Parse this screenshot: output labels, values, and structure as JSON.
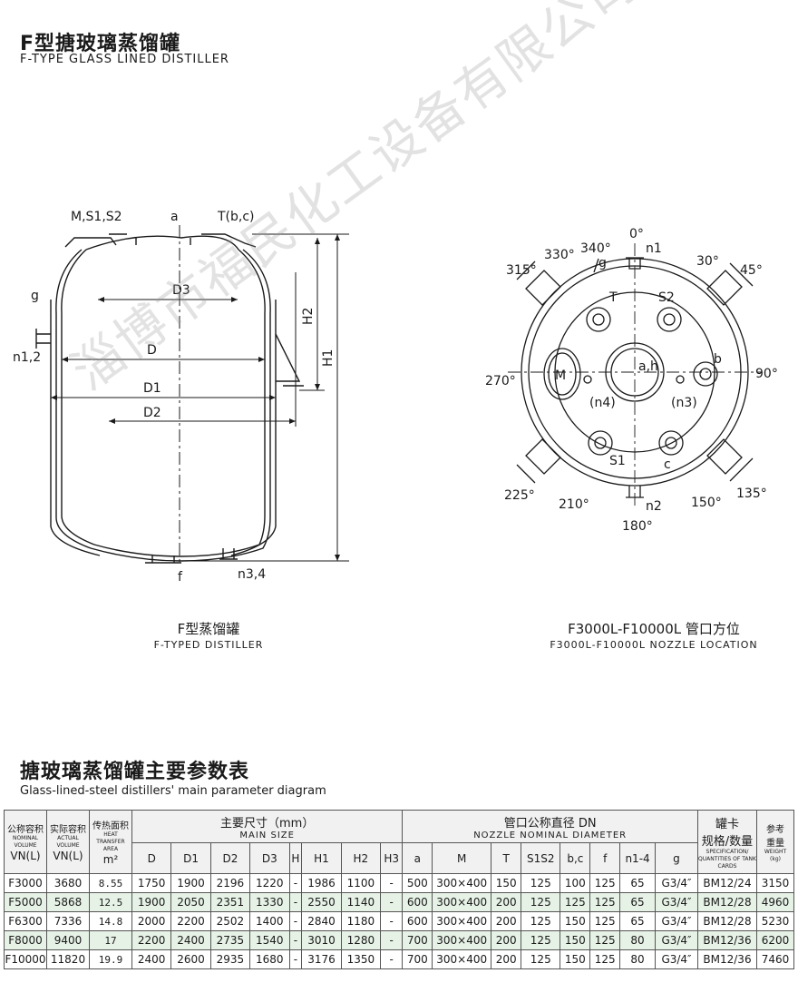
{
  "header": {
    "title_cn": "F型搪玻璃蒸馏罐",
    "title_en": "F-TYPE GLASS LINED DISTILLER"
  },
  "watermark": "淄博市福民化工设备有限公司",
  "left_drawing": {
    "labels": {
      "ms1s2": "M,S1,S2",
      "a": "a",
      "tbc": "T(b,c)",
      "g": "g",
      "n12": "n1,2",
      "D3": "D3",
      "D": "D",
      "D1": "D1",
      "D2": "D2",
      "H2": "H2",
      "H1": "H1",
      "f": "f",
      "n34": "n3,4"
    },
    "caption_cn": "F型蒸馏罐",
    "caption_en": "F-TYPED DISTILLER"
  },
  "right_drawing": {
    "labels": {
      "deg0": "0°",
      "n1": "n1",
      "deg330": "330°",
      "deg340": "340°",
      "g": "g",
      "deg315": "315°",
      "deg30": "30°",
      "deg45": "45°",
      "T": "T",
      "S2": "S2",
      "deg270": "270°",
      "M": "M",
      "ah": "a,h",
      "b": "b",
      "deg90": "90°",
      "n4": "(n4)",
      "n3": "(n3)",
      "S1": "S1",
      "c": "c",
      "deg225": "225°",
      "deg210": "210°",
      "n2": "n2",
      "deg150": "150°",
      "deg135": "135°",
      "deg180": "180°"
    },
    "caption_cn": "F3000L-F10000L 管口方位",
    "caption_en": "F3000L-F10000L NOZZLE LOCATION"
  },
  "section": {
    "title_cn": "搪玻璃蒸馏罐主要参数表",
    "title_en": "Glass-lined-steel distillers' main parameter diagram"
  },
  "table": {
    "h_nominal_cn": "公称容积",
    "h_nominal_en": "NOMINAL VOLUME",
    "h_nominal_unit": "VN(L)",
    "h_actual_cn": "实际容积",
    "h_actual_en": "ACTUAL VOLUME",
    "h_actual_unit": "VN(L)",
    "h_heat_cn": "传热面积",
    "h_heat_en": "HEAT TRANSFER AREA",
    "h_heat_unit": "m²",
    "h_main_cn": "主要尺寸（mm）",
    "h_main_en": "MAIN SIZE",
    "h_nozzle_cn": "管口公称直径  DN",
    "h_nozzle_en": "NOZZLE NOMINAL DIAMETER",
    "h_card_cn": "罐卡",
    "h_card_cn2": "规格/数量",
    "h_card_en": "SPECIFICATION/ QUANTITIES OF TANK CARDS",
    "h_weight_cn": "参考",
    "h_weight_cn2": "重量",
    "h_weight_en": "WEIGHT",
    "h_weight_unit": "(kg)",
    "sub_headers": [
      "D",
      "D1",
      "D2",
      "D3",
      "H",
      "H1",
      "H2",
      "H3",
      "a",
      "M",
      "T",
      "S1S2",
      "b,c",
      "f",
      "n1-4",
      "g"
    ],
    "rows": [
      [
        "F3000",
        "3680",
        "8.55",
        "1750",
        "1900",
        "2196",
        "1220",
        "-",
        "1986",
        "1100",
        "-",
        "500",
        "300×400",
        "150",
        "125",
        "100",
        "125",
        "65",
        "G3/4″",
        "BM12/24",
        "3150"
      ],
      [
        "F5000",
        "5868",
        "12.5",
        "1900",
        "2050",
        "2351",
        "1330",
        "-",
        "2550",
        "1140",
        "-",
        "600",
        "300×400",
        "200",
        "125",
        "125",
        "125",
        "65",
        "G3/4″",
        "BM12/28",
        "4960"
      ],
      [
        "F6300",
        "7336",
        "14.8",
        "2000",
        "2200",
        "2502",
        "1400",
        "-",
        "2840",
        "1180",
        "-",
        "600",
        "300×400",
        "200",
        "125",
        "150",
        "125",
        "65",
        "G3/4″",
        "BM12/28",
        "5230"
      ],
      [
        "F8000",
        "9400",
        "17",
        "2200",
        "2400",
        "2735",
        "1540",
        "-",
        "3010",
        "1280",
        "-",
        "700",
        "300×400",
        "200",
        "125",
        "150",
        "125",
        "80",
        "G3/4″",
        "BM12/36",
        "6200"
      ],
      [
        "F10000",
        "11820",
        "19.9",
        "2400",
        "2600",
        "2935",
        "1680",
        "-",
        "3176",
        "1350",
        "-",
        "700",
        "300×400",
        "200",
        "125",
        "150",
        "125",
        "80",
        "G3/4″",
        "BM12/36",
        "7460"
      ]
    ]
  }
}
